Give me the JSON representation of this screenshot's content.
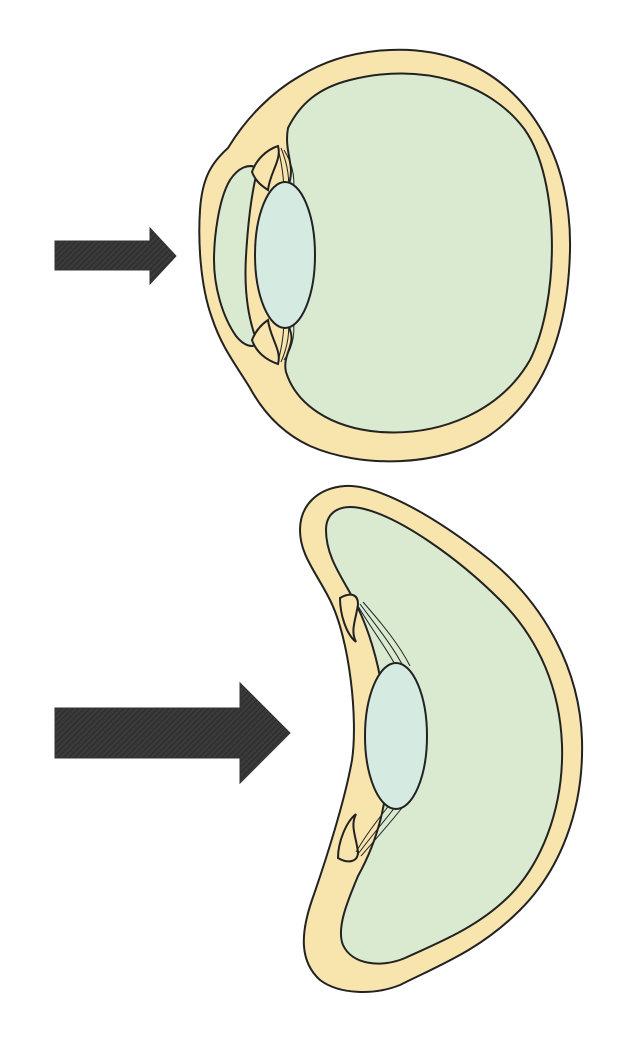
{
  "colors": {
    "background": "#ffffff",
    "outline": "#222222",
    "sclera": "#f8e4ad",
    "vitreous": "#d9ead0",
    "lens": "#d5ebe1",
    "arrow": "#333333"
  },
  "panels": [
    {
      "id": "top",
      "shape": "normal-eyeball",
      "arrow": "small-force-arrow"
    },
    {
      "id": "bottom",
      "shape": "deformed-eyeball",
      "arrow": "large-force-arrow"
    }
  ]
}
